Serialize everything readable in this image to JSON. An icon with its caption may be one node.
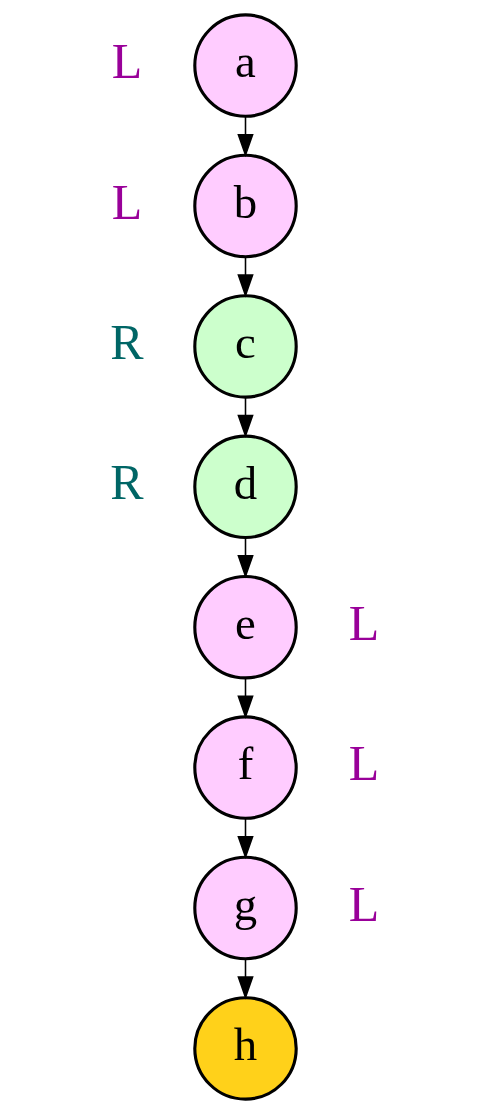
{
  "diagram": {
    "nodes": [
      {
        "text": [
          "a"
        ],
        "beside": [
          "L"
        ]
      },
      {
        "text": [
          "b"
        ],
        "beside": [
          "L"
        ]
      },
      {
        "text": [
          "c"
        ],
        "beside": [
          "R"
        ]
      },
      {
        "text": [
          "d"
        ],
        "beside": [
          "R"
        ]
      },
      {
        "text": [
          "e"
        ],
        "beside": [
          "L"
        ]
      },
      {
        "text": [
          "f"
        ],
        "beside": [
          "L"
        ]
      },
      {
        "text": [
          "g"
        ],
        "beside": [
          "L"
        ]
      },
      {
        "text": [
          "h"
        ]
      }
    ],
    "edges": [
      {
        "from": 0,
        "to": 1,
        "arrow": "to"
      },
      {
        "from": 1,
        "to": 2,
        "arrow": "to"
      },
      {
        "from": 2,
        "to": 3,
        "arrow": "to"
      },
      {
        "from": 3,
        "to": 4,
        "arrow": "to"
      },
      {
        "from": 4,
        "to": 5,
        "arrow": "to"
      },
      {
        "from": 5,
        "to": 6,
        "arrow": "to"
      },
      {
        "from": 6,
        "to": 7,
        "arrow": "to"
      }
    ]
  }
}
